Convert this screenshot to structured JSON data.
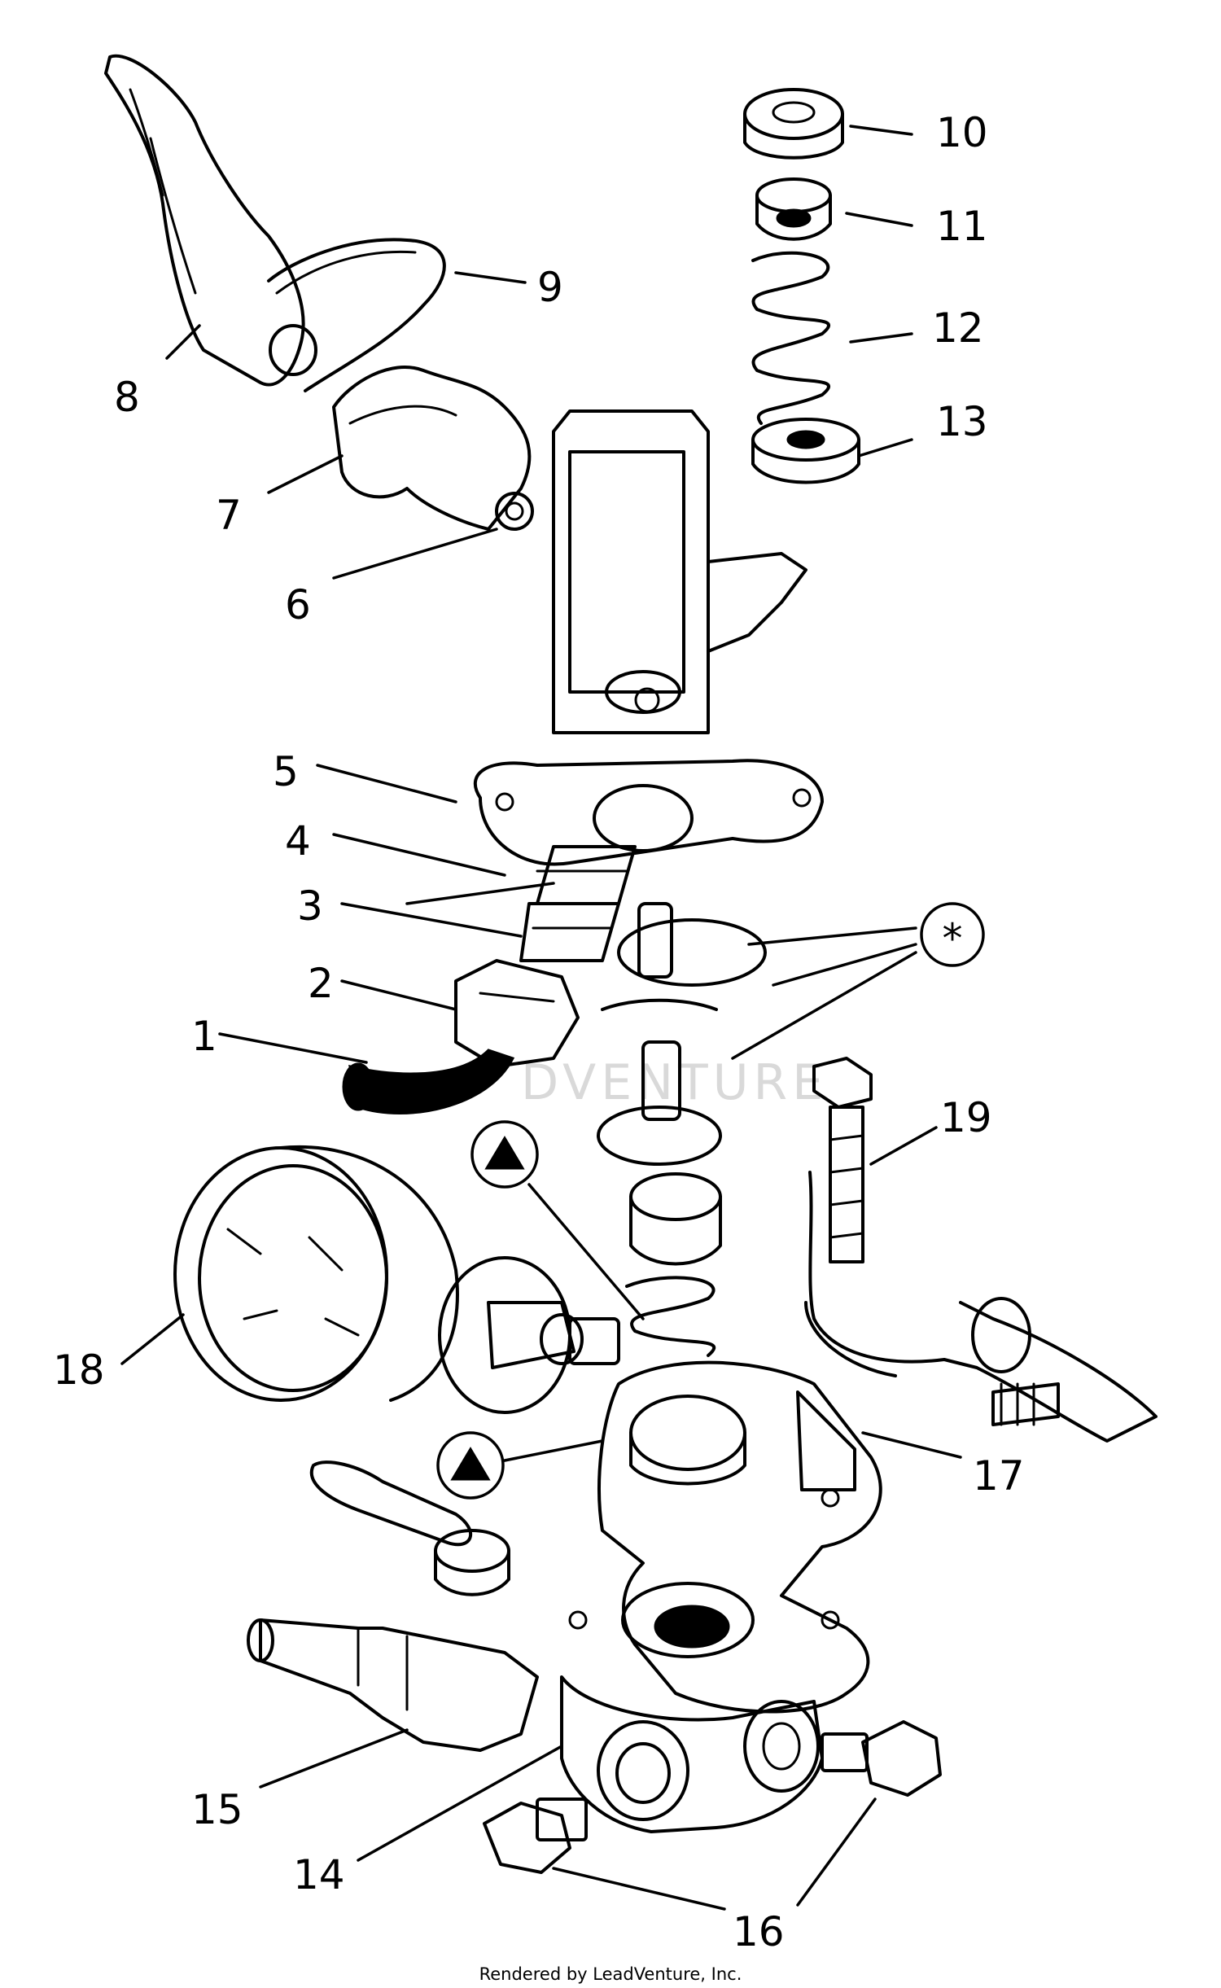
{
  "diagram": {
    "callouts": {
      "c1": "1",
      "c2": "2",
      "c3": "3",
      "c4": "4",
      "c5": "5",
      "c6": "6",
      "c7": "7",
      "c8": "8",
      "c9": "9",
      "c10": "10",
      "c11": "11",
      "c12": "12",
      "c13": "13",
      "c14": "14",
      "c15": "15",
      "c16": "16",
      "c17": "17",
      "c18": "18",
      "c19": "19"
    },
    "symbols": {
      "star": "*"
    },
    "watermark": "DVENTURE",
    "credit": "Rendered by LeadVenture, Inc."
  }
}
